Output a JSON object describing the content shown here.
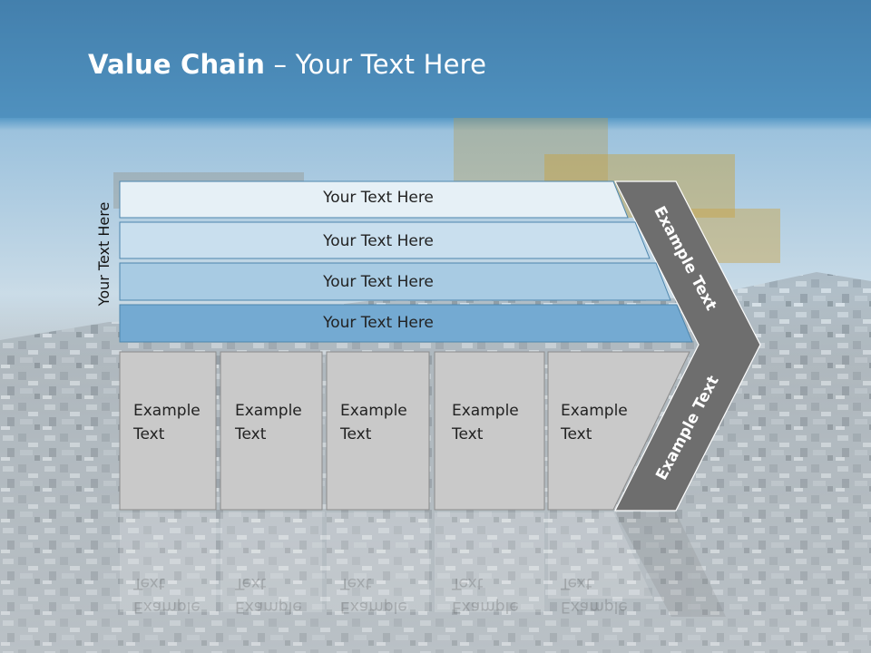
{
  "slide": {
    "title_bold": "Value Chain",
    "title_rest": " – Your Text Here",
    "side_label": "Your Text Here"
  },
  "rows": [
    {
      "label": "Your Text Here"
    },
    {
      "label": "Your Text Here"
    },
    {
      "label": "Your Text Here"
    },
    {
      "label": "Your Text Here"
    }
  ],
  "cells": [
    {
      "line1": "Example",
      "line2": "Text"
    },
    {
      "line1": "Example",
      "line2": "Text"
    },
    {
      "line1": "Example",
      "line2": "Text"
    },
    {
      "line1": "Example",
      "line2": "Text"
    },
    {
      "line1": "Example",
      "line2": "Text"
    }
  ],
  "arrow": {
    "upper_label": "Example Text",
    "lower_label": "Example Text"
  },
  "colors": {
    "header_blue": "#3f82b0",
    "row1": "#e6f0f6",
    "row2": "#c9dfee",
    "row3": "#a8cbe3",
    "row4": "#74aad2",
    "cell_gray": "#c9c9c9",
    "arrow_gray": "#6e6e6e"
  }
}
